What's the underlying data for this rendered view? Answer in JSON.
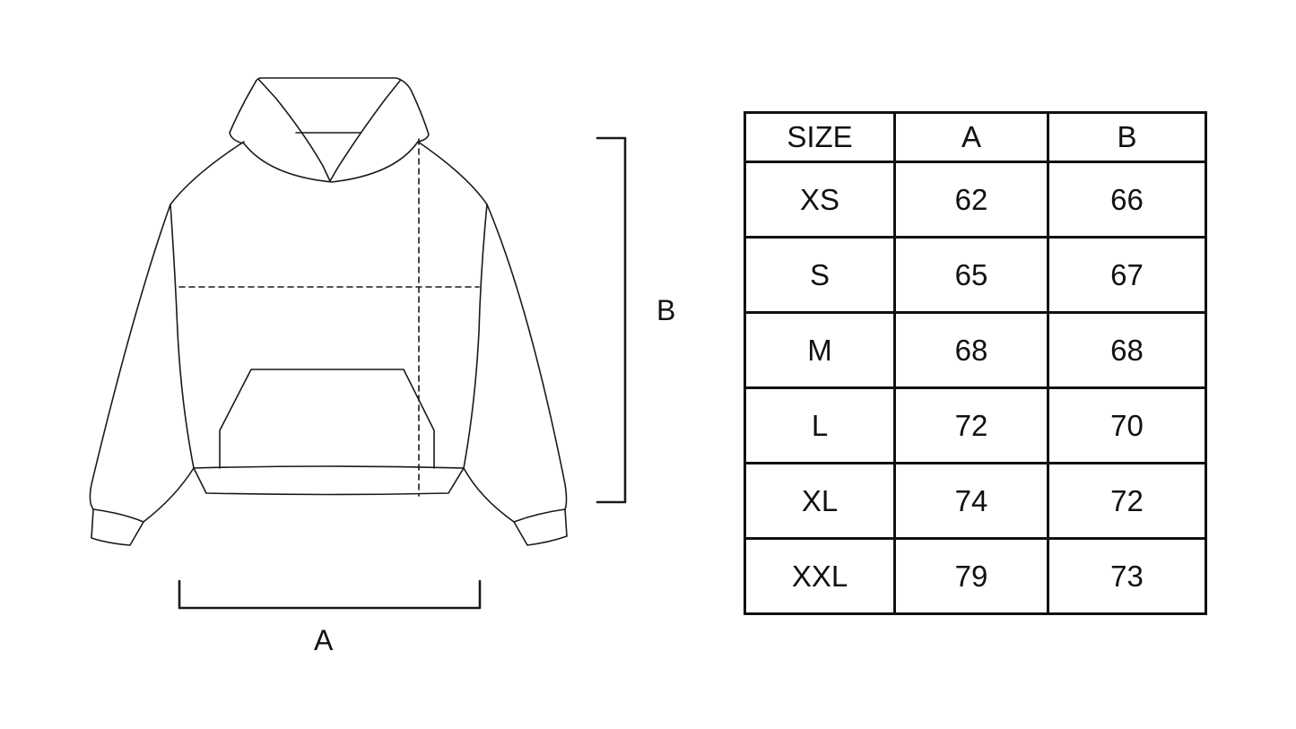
{
  "diagram": {
    "dimension_a_label": "A",
    "dimension_b_label": "B"
  },
  "size_table": {
    "headers": [
      "SIZE",
      "A",
      "B"
    ],
    "rows": [
      [
        "XS",
        "62",
        "66"
      ],
      [
        "S",
        "65",
        "67"
      ],
      [
        "M",
        "68",
        "68"
      ],
      [
        "L",
        "72",
        "70"
      ],
      [
        "XL",
        "74",
        "72"
      ],
      [
        "XXL",
        "79",
        "73"
      ]
    ]
  }
}
